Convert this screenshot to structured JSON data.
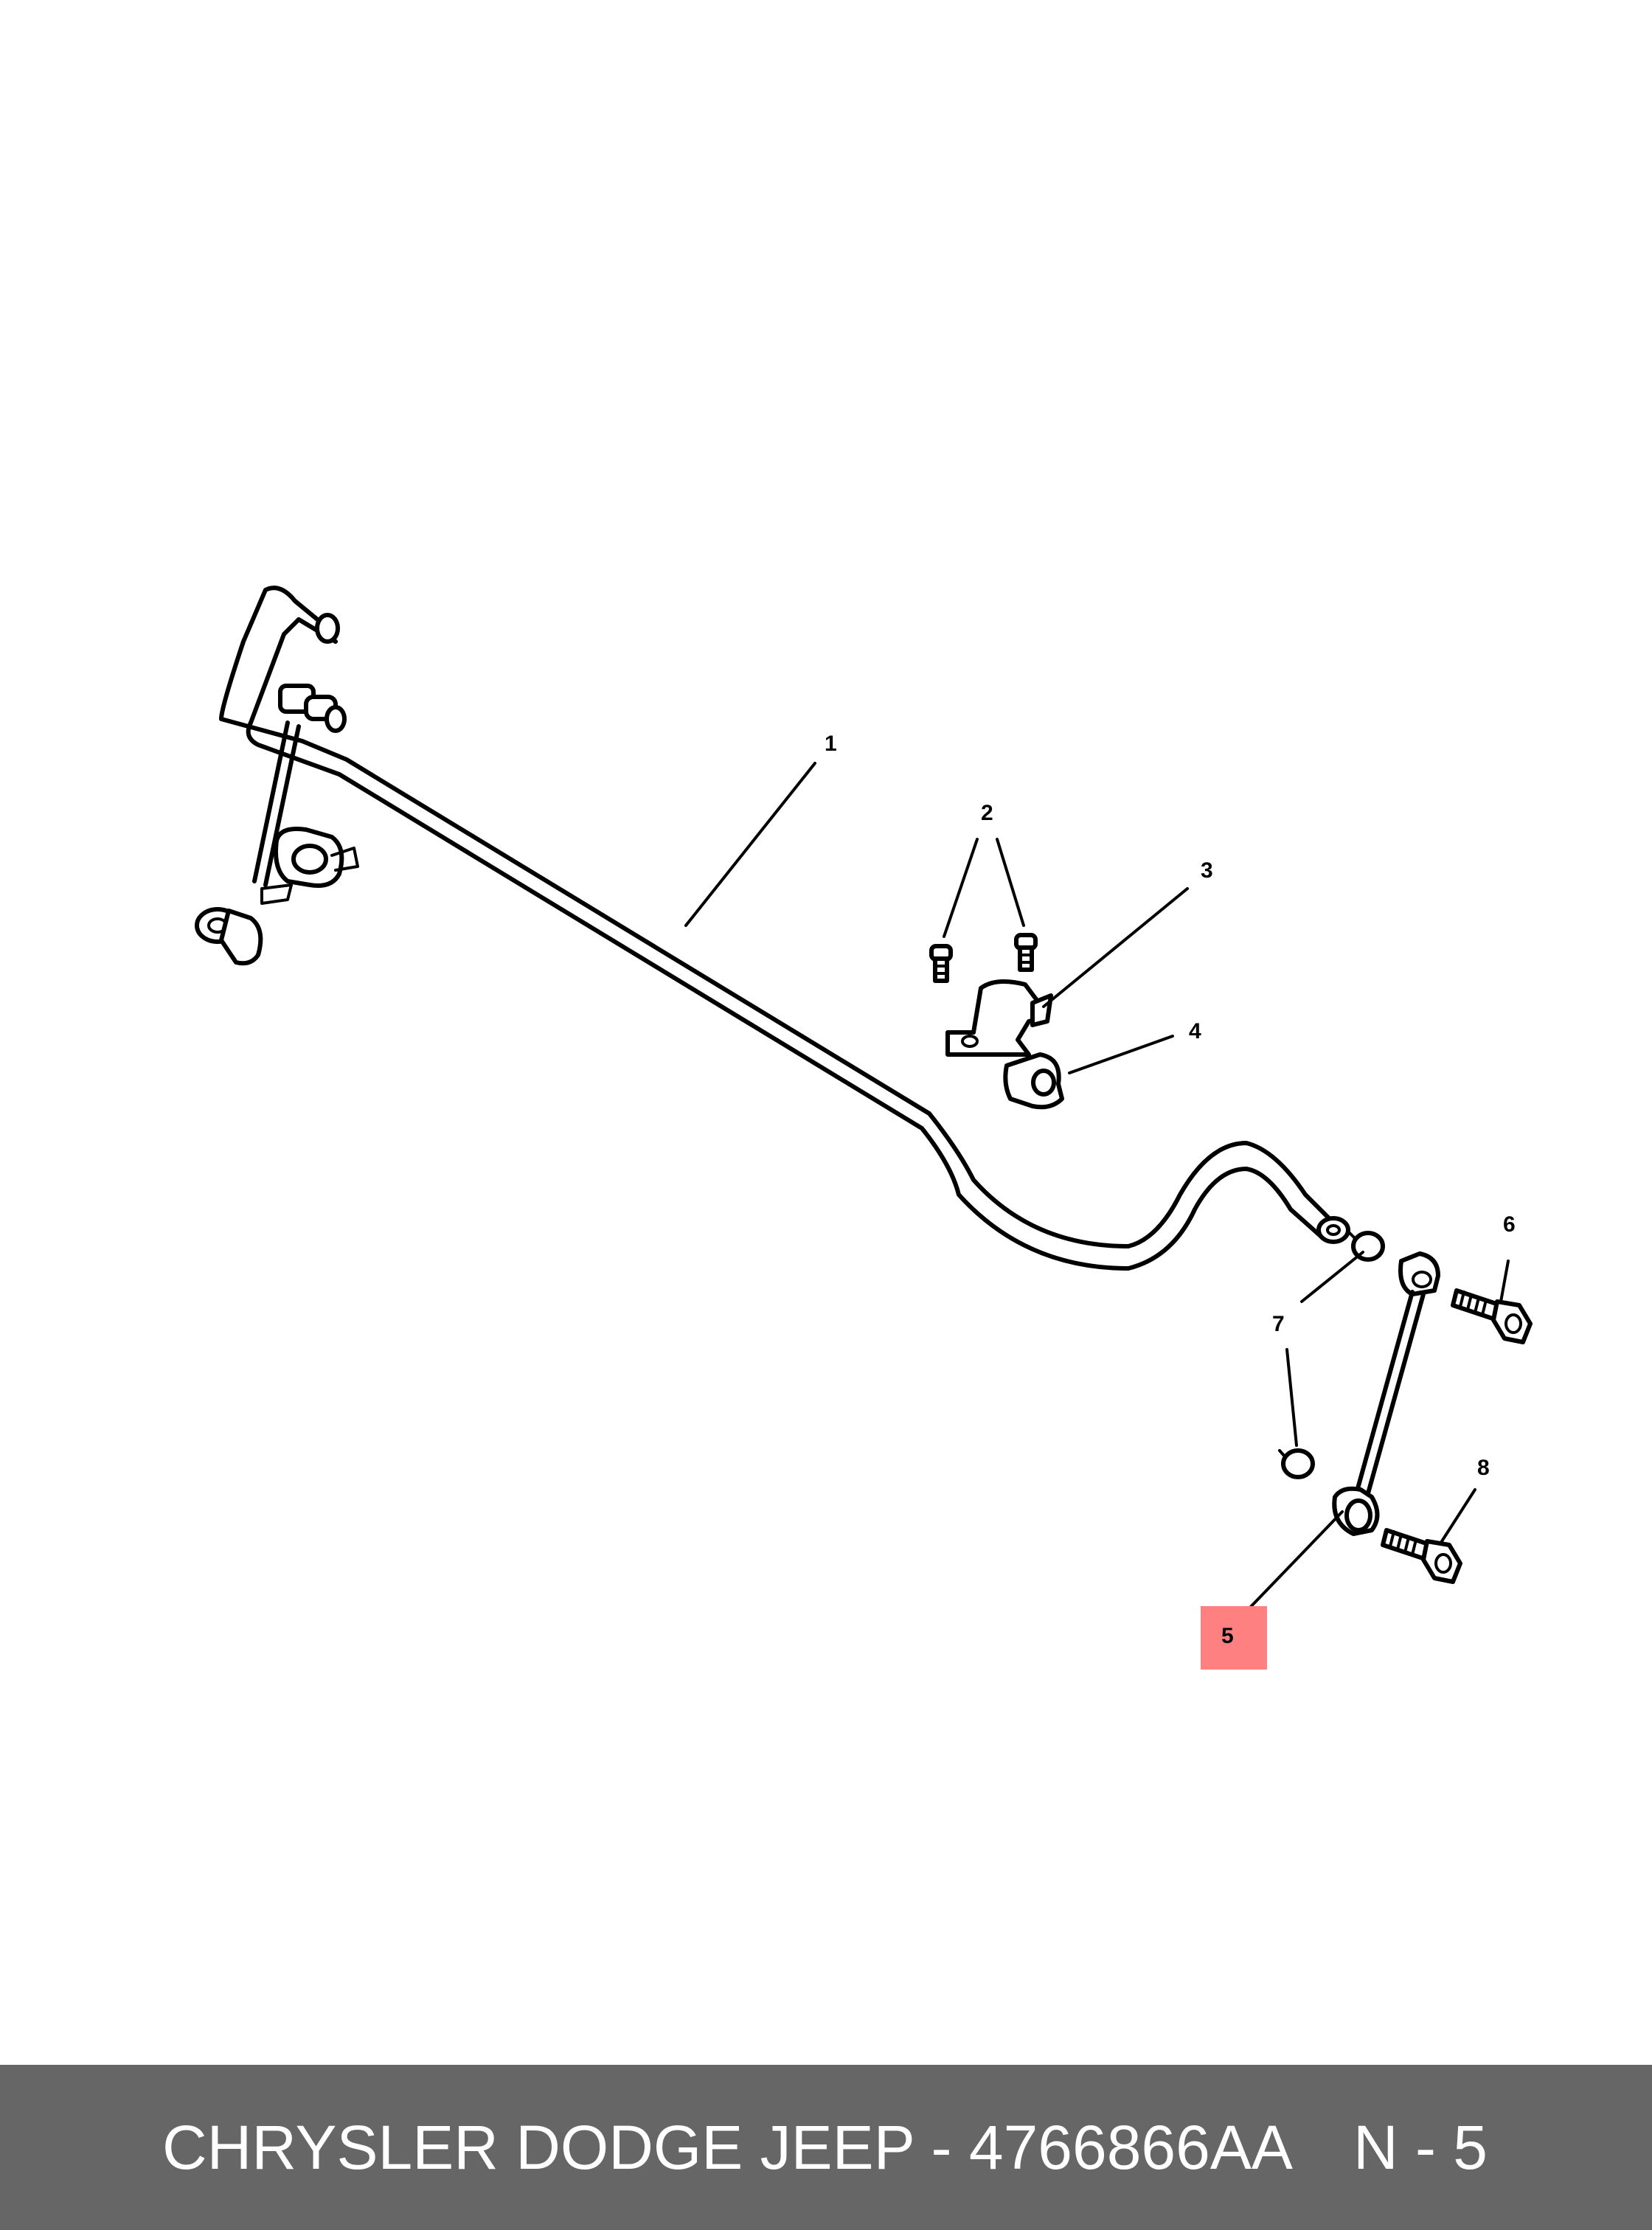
{
  "diagram": {
    "callouts": [
      {
        "id": "1",
        "label": "1"
      },
      {
        "id": "2",
        "label": "2"
      },
      {
        "id": "3",
        "label": "3"
      },
      {
        "id": "4",
        "label": "4"
      },
      {
        "id": "5",
        "label": "5",
        "highlighted": true
      },
      {
        "id": "6",
        "label": "6"
      },
      {
        "id": "7",
        "label": "7"
      },
      {
        "id": "8",
        "label": "8"
      }
    ],
    "highlight_color": "#ff8080"
  },
  "footer": {
    "title": "CHRYSLER DODGE JEEP - 4766866AA",
    "ref": "N - 5",
    "background": "#666666",
    "text_color": "#ffffff"
  }
}
